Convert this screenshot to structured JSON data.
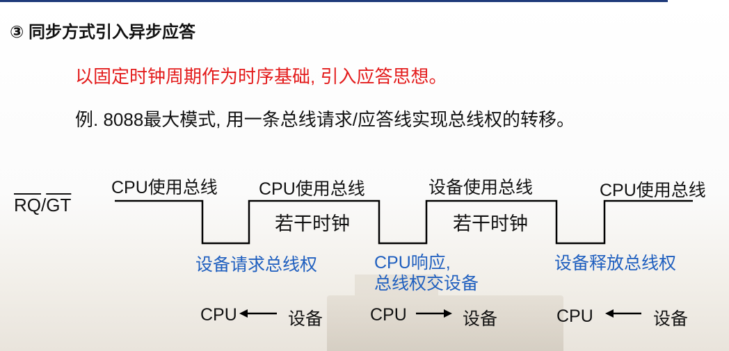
{
  "heading": "③ 同步方式引入异步应答",
  "line_red": "以固定时钟周期作为时序基础, 引入应答思想。",
  "line_example": "例. 8088最大模式, 用一条总线请求/应答线实现总线权的转移。",
  "signal": {
    "part1": "RQ",
    "slash": "/",
    "part2": "GT"
  },
  "high_labels": [
    "CPU使用总线",
    "CPU使用总线",
    "设备使用总线",
    "CPU使用总线"
  ],
  "mid_labels": [
    "若干时钟",
    "若干时钟"
  ],
  "events": [
    "设备请求总线权",
    "CPU响应,",
    "总线权交设备",
    "设备释放总线权"
  ],
  "transfers": [
    {
      "left": "CPU",
      "right": "设备",
      "arrow": "left"
    },
    {
      "left": "CPU",
      "right": "设备",
      "arrow": "right"
    },
    {
      "left": "CPU",
      "right": "设备",
      "arrow": "left"
    }
  ],
  "colors": {
    "event_text": "#1f5fbf",
    "red_text": "#e31b1b",
    "waveform": "#000000"
  }
}
